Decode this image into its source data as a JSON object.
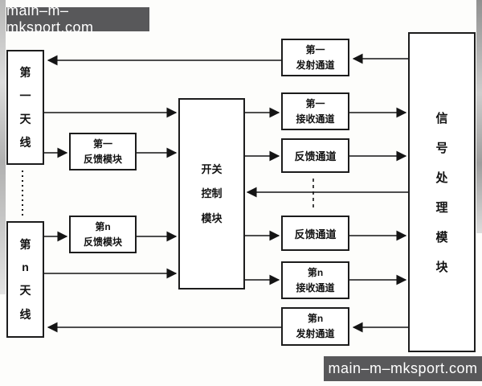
{
  "watermarks": {
    "top_left": "main–m–mksport.com",
    "bottom_right": "main–m–mksport.com"
  },
  "colors": {
    "line": "#141414",
    "box_border": "#1c1c1c",
    "watermark_bg": "#58585a",
    "watermark_text": "#ffffff",
    "background": "#fdfdfb"
  },
  "blocks": {
    "antenna_1": "第一天线",
    "antenna_n": "第n天线",
    "feedback_module_1": {
      "line1": "第一",
      "line2": "反馈模块"
    },
    "feedback_module_n": {
      "line1": "第n",
      "line2": "反馈模块"
    },
    "switch_control": {
      "line1": "开关",
      "line2": "控制",
      "line3": "模块"
    },
    "tx_channel_1": {
      "line1": "第一",
      "line2": "发射通道"
    },
    "rx_channel_1": {
      "line1": "第一",
      "line2": "接收通道"
    },
    "feedback_channel_1": {
      "line1": "反馈通道"
    },
    "feedback_channel_n": {
      "line1": "反馈通道"
    },
    "rx_channel_n": {
      "line1": "第n",
      "line2": "接收通道"
    },
    "tx_channel_n": {
      "line1": "第n",
      "line2": "发射通道"
    },
    "signal_processing": "信号处理模块"
  }
}
